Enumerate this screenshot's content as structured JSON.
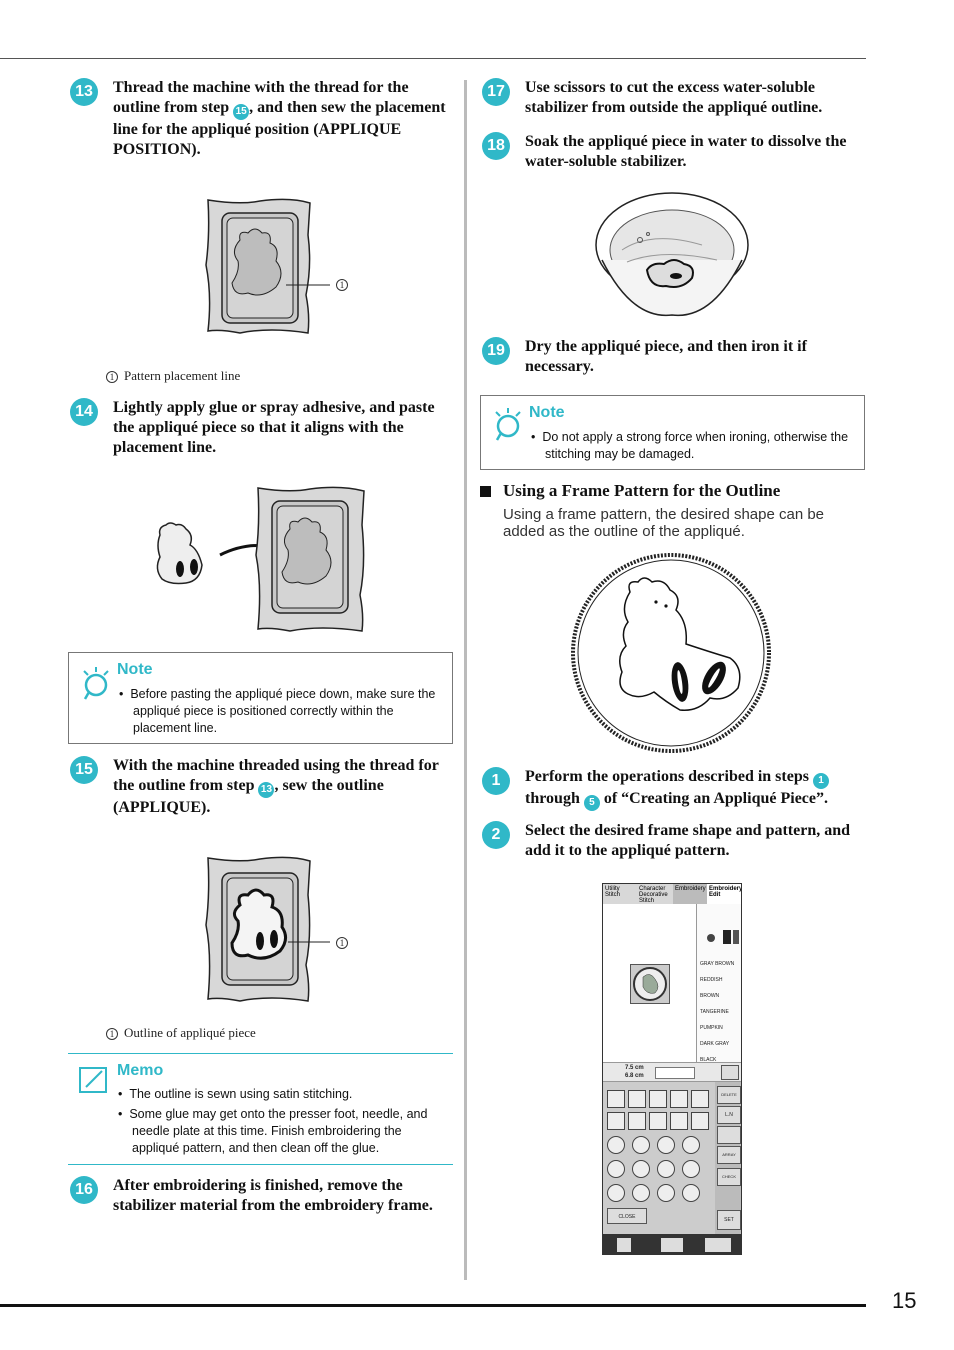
{
  "steps": {
    "s13": {
      "num": "13",
      "pre": "Thread the machine with the thread for the outline from step ",
      "ref": "15",
      "post": ", and then sew the placement line for the appliqué position (APPLIQUE POSITION)."
    },
    "s14": {
      "num": "14",
      "text": "Lightly apply glue or spray adhesive, and paste the appliqué piece so that it aligns with the placement line."
    },
    "s15": {
      "num": "15",
      "pre": "With the machine threaded using the thread for the outline from step ",
      "ref": "13",
      "post": ", sew the outline (APPLIQUE)."
    },
    "s16": {
      "num": "16",
      "text": "After embroidering is finished, remove the stabilizer material from the embroidery frame."
    },
    "s17": {
      "num": "17",
      "text": "Use scissors to cut the excess water-soluble stabilizer from outside the appliqué outline."
    },
    "s18": {
      "num": "18",
      "text": "Soak the appliqué piece in water to dissolve the water-soluble stabilizer."
    },
    "s19": {
      "num": "19",
      "text": "Dry the appliqué piece, and then iron it if necessary."
    },
    "f1": {
      "num": "1",
      "pre": "Perform the operations described in steps ",
      "ref1": "1",
      "mid": " through ",
      "ref2": "5",
      "post": " of “Creating an Appliqué Piece”."
    },
    "f2": {
      "num": "2",
      "text": "Select the desired frame shape and pattern, and add it to the appliqué pattern."
    }
  },
  "captions": {
    "placement": {
      "num": "1",
      "text": "Pattern placement line"
    },
    "outline": {
      "num": "1",
      "text": "Outline of appliqué piece"
    },
    "callout": "1"
  },
  "note1": {
    "heading": "Note",
    "bullet": "Before pasting the appliqué piece down, make sure the appliqué piece is positioned correctly within the placement line."
  },
  "memo": {
    "heading": "Memo",
    "bullets": [
      "The outline is sewn using satin stitching.",
      "Some glue may get onto the presser foot, needle, and needle plate at this time. Finish embroidering the appliqué pattern, and then clean off the glue."
    ]
  },
  "note2": {
    "heading": "Note",
    "bullet": "Do not apply a strong force when ironing, otherwise the stitching may be damaged."
  },
  "section": {
    "title": "Using a Frame Pattern for the Outline",
    "body": "Using a frame pattern, the desired shape can be added as the outline of the appliqué."
  },
  "screen": {
    "tabs": [
      "Utility Stitch",
      "Character Decorative Stitch",
      "Embroidery",
      "Embroidery Edit"
    ],
    "colors": [
      "GRAY BROWN",
      "REDDISH BROWN",
      "TANGERINE",
      "PUMPKIN",
      "DARK GRAY",
      "BLACK"
    ],
    "size_w": "7.5 cm",
    "size_h": "6.8 cm",
    "side_buttons": [
      "DELETE",
      "L.N",
      "ARRAY",
      "CHECK",
      "SET"
    ],
    "close": "CLOSE"
  },
  "page_number": "15",
  "colors": {
    "accent": "#30b8c8"
  }
}
